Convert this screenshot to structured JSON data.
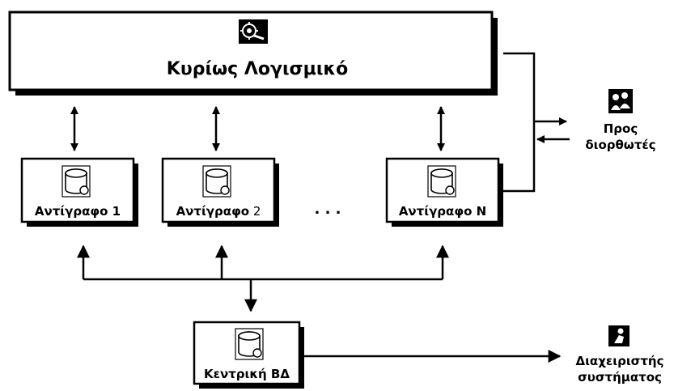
{
  "main_software": {
    "label": "Κυρίως Λογισμικό",
    "icon": "gear-wrench-icon"
  },
  "replicas": [
    {
      "label_bold": "Αντίγραφο 1",
      "label_plain": "",
      "icon": "database-icon"
    },
    {
      "label_bold": "Αντίγραφο",
      "label_plain": " 2",
      "icon": "database-icon"
    },
    {
      "label_bold": "Αντίγραφο N",
      "label_plain": "",
      "icon": "database-icon"
    }
  ],
  "ellipsis": ". . .",
  "central_db": {
    "label": "Κεντρική ΒΔ",
    "icon": "database-icon"
  },
  "correctors": {
    "line1": "Προς",
    "line2": "διορθωτές",
    "icon": "people-group-icon"
  },
  "admin": {
    "line1": "Διαχειριστής",
    "line2": "συστήματος",
    "icon": "person-icon"
  },
  "colors": {
    "stroke": "#000000",
    "shadow": "#000000",
    "box_fill": "#ffffff"
  }
}
